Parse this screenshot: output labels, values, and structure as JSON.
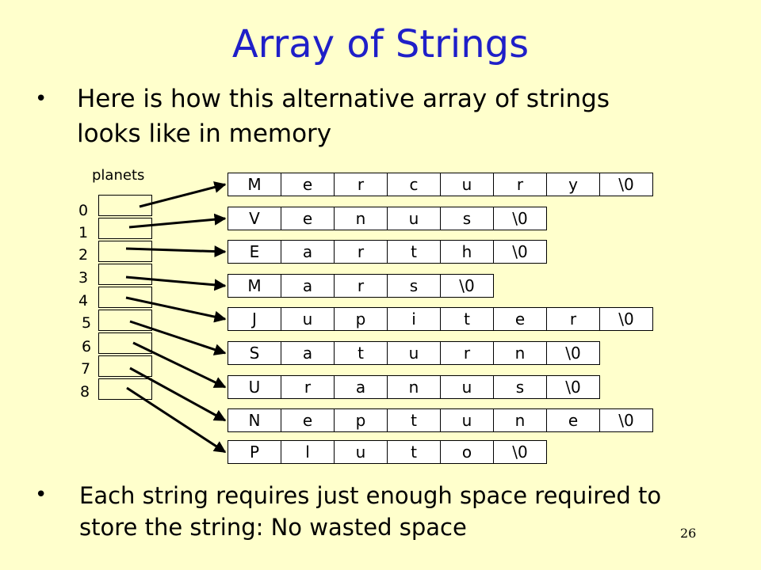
{
  "title": "Array of Strings",
  "bullet1": {
    "line1": "Here is how this alternative array of strings",
    "line2": "looks like in memory"
  },
  "bullet2": {
    "line1": "Each string requires just enough space required to",
    "line2": "store the string: No wasted space"
  },
  "bullet_symbol": "•",
  "array_label": "planets",
  "indices": [
    "0",
    "1",
    "2",
    "3",
    "4",
    "5",
    "6",
    "7",
    "8"
  ],
  "strings": [
    [
      "M",
      "e",
      "r",
      "c",
      "u",
      "r",
      "y",
      "\\0"
    ],
    [
      "V",
      "e",
      "n",
      "u",
      "s",
      "\\0"
    ],
    [
      "E",
      "a",
      "r",
      "t",
      "h",
      "\\0"
    ],
    [
      "M",
      "a",
      "r",
      "s",
      "\\0"
    ],
    [
      "J",
      "u",
      "p",
      "i",
      "t",
      "e",
      "r",
      "\\0"
    ],
    [
      "S",
      "a",
      "t",
      "u",
      "r",
      "n",
      "\\0"
    ],
    [
      "U",
      "r",
      "a",
      "n",
      "u",
      "s",
      "\\0"
    ],
    [
      "N",
      "e",
      "p",
      "t",
      "u",
      "n",
      "e",
      "\\0"
    ],
    [
      "P",
      "l",
      "u",
      "t",
      "o",
      "\\0"
    ]
  ],
  "page_number": "26"
}
